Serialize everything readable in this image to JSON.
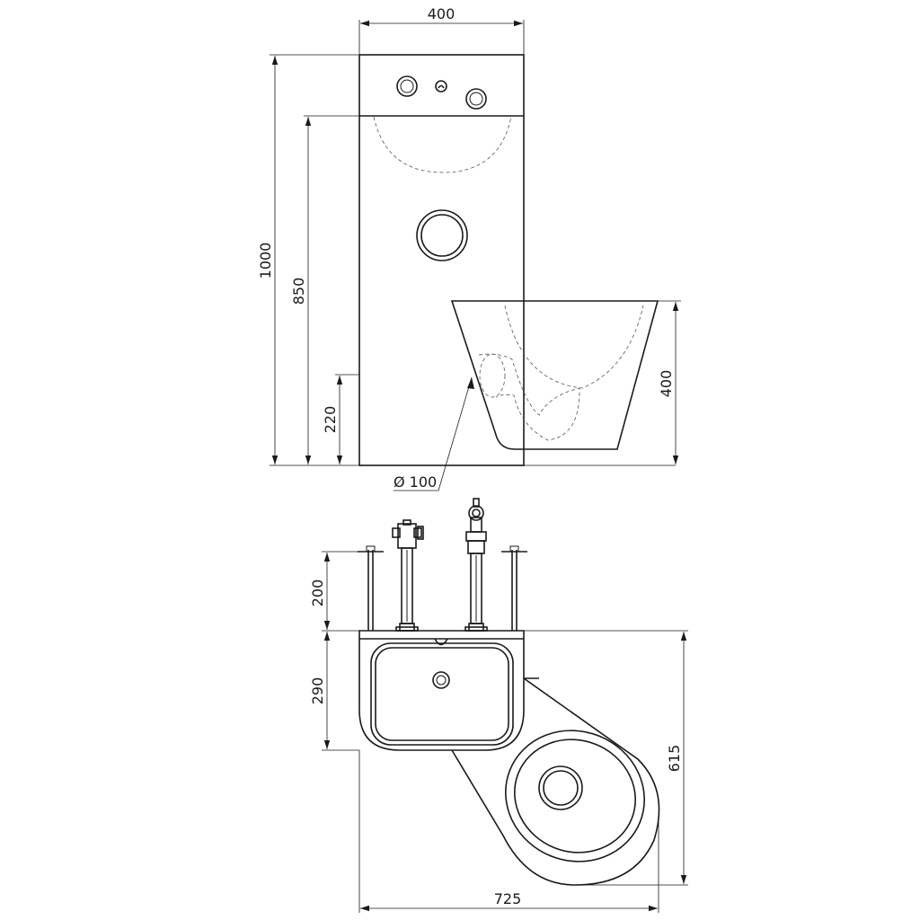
{
  "dimensions": {
    "front_width": "400",
    "total_height": "1000",
    "basin_height": "850",
    "drain_height": "220",
    "bowl_height": "400",
    "drain_diameter": "Ø 100",
    "pipe_length": "200",
    "basin_depth": "290",
    "total_depth": "615",
    "total_length": "725"
  }
}
